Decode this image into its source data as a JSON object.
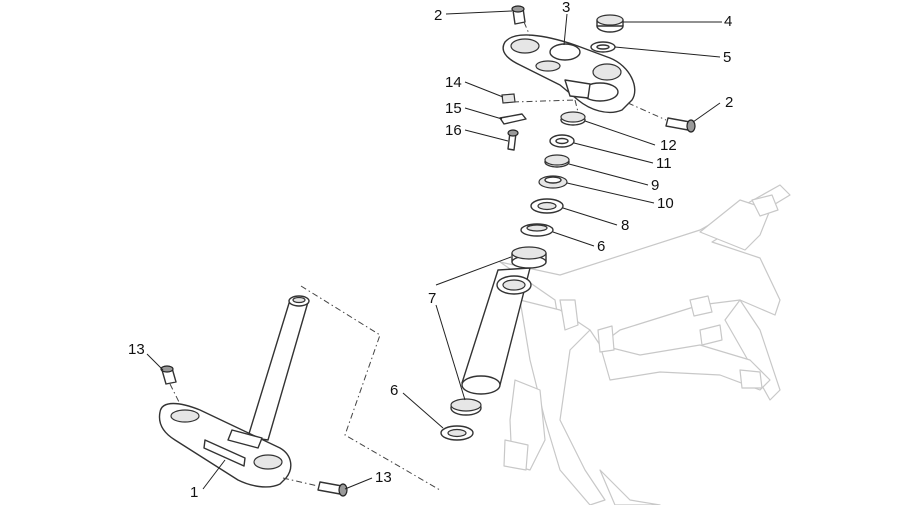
{
  "diagram": {
    "callouts": [
      {
        "id": "c2a",
        "text": "2"
      },
      {
        "id": "c3",
        "text": "3"
      },
      {
        "id": "c4",
        "text": "4"
      },
      {
        "id": "c5",
        "text": "5"
      },
      {
        "id": "c2b",
        "text": "2"
      },
      {
        "id": "c14",
        "text": "14"
      },
      {
        "id": "c15",
        "text": "15"
      },
      {
        "id": "c16",
        "text": "16"
      },
      {
        "id": "c12",
        "text": "12"
      },
      {
        "id": "c11",
        "text": "11"
      },
      {
        "id": "c9",
        "text": "9"
      },
      {
        "id": "c10",
        "text": "10"
      },
      {
        "id": "c8",
        "text": "8"
      },
      {
        "id": "c6a",
        "text": "6"
      },
      {
        "id": "c7",
        "text": "7"
      },
      {
        "id": "c6b",
        "text": "6"
      },
      {
        "id": "c13a",
        "text": "13"
      },
      {
        "id": "c13b",
        "text": "13"
      },
      {
        "id": "c1",
        "text": "1"
      }
    ]
  }
}
